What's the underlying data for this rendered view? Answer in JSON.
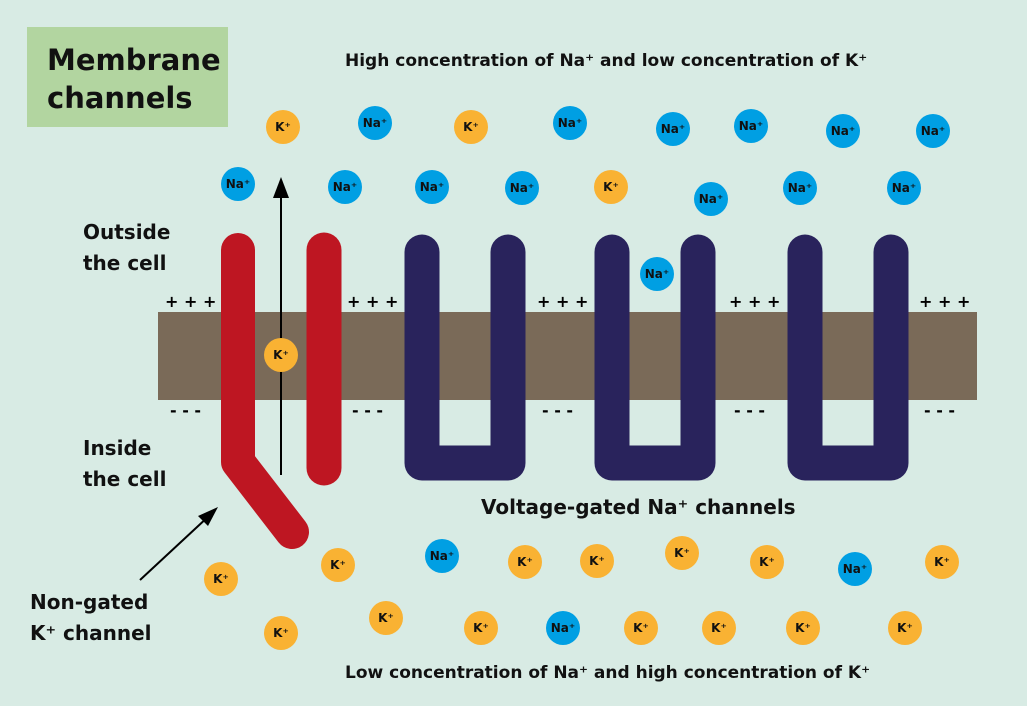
{
  "title": "Membrane channels",
  "title_lines": [
    "Membrane",
    "channels"
  ],
  "top_caption": "High concentration of Na⁺ and low concentration of K⁺",
  "bottom_caption": "Low concentration of Na⁺ and high concentration of K⁺",
  "outside_label": [
    "Outside",
    "the cell"
  ],
  "inside_label": [
    "Inside",
    "the cell"
  ],
  "nongated_label": [
    "Non-gated",
    "K⁺ channel"
  ],
  "voltage_label": "Voltage-gated Na⁺ channels",
  "plus_signs": "+ + +",
  "minus_signs": "- - -",
  "ion_labels": {
    "na": "Na⁺",
    "k": "K⁺"
  },
  "colors": {
    "background": "#d8ebe4",
    "title_box": "#b2d5a0",
    "membrane": "#7a6a58",
    "k_channel": "#be1622",
    "na_channel": "#29235c",
    "na_ion": "#009fe3",
    "k_ion": "#f9b233"
  }
}
